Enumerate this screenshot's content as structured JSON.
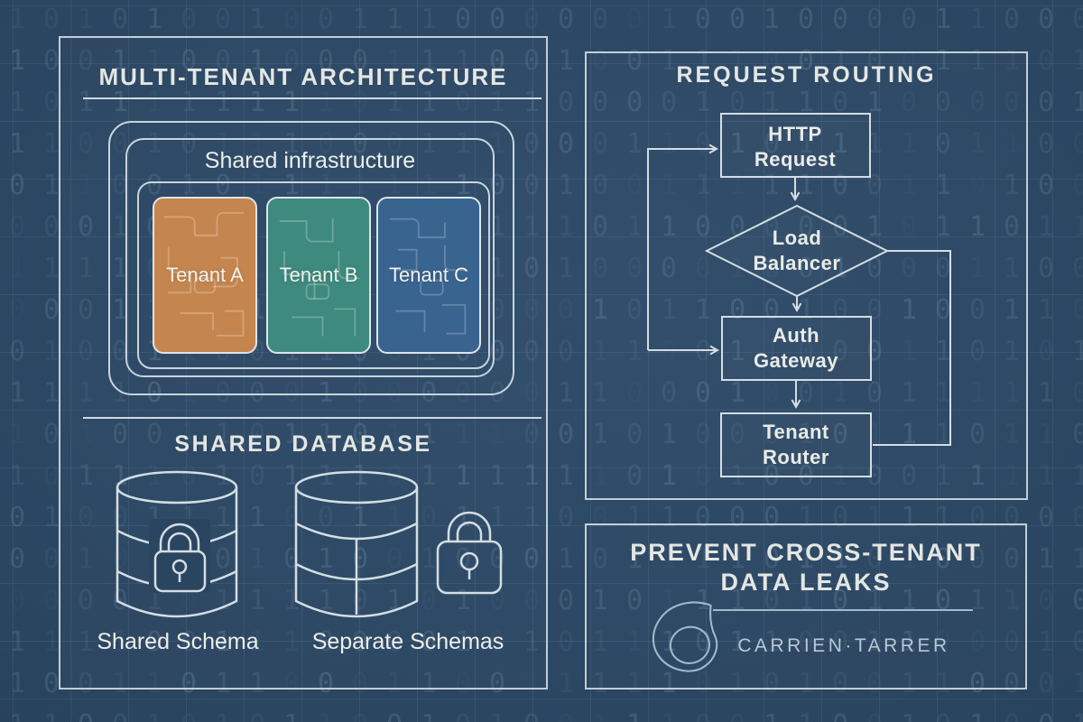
{
  "colors": {
    "background": "#2a4560",
    "line": "#cfd9e1",
    "text": "#e3e6e2",
    "muted_text": "#bac7d3",
    "tenant_a": "#c5854e",
    "tenant_b": "#3e8a7e",
    "tenant_c": "#396490"
  },
  "left_panel": {
    "title": "MULTI-TENANT ARCHITECTURE",
    "shared_infrastructure": {
      "label": "Shared infrastructure",
      "tenants": [
        {
          "label": "Tenant A",
          "color": "#c5854e"
        },
        {
          "label": "Tenant B",
          "color": "#3e8a7e"
        },
        {
          "label": "Tenant C",
          "color": "#396490"
        }
      ]
    },
    "shared_database": {
      "title": "SHARED DATABASE",
      "items": [
        {
          "label": "Shared Schema",
          "icon": "database-with-lock-icon"
        },
        {
          "label": "Separate Schemas",
          "icon": "partitioned-database-icon-with-padlock"
        }
      ]
    }
  },
  "request_routing": {
    "title": "REQUEST ROUTING",
    "nodes": [
      {
        "id": "http_request",
        "shape": "rectangle",
        "line1": "HTTP",
        "line2": "Request"
      },
      {
        "id": "load_balancer",
        "shape": "diamond",
        "line1": "Load",
        "line2": "Balancer"
      },
      {
        "id": "auth_gateway",
        "shape": "rectangle",
        "line1": "Auth",
        "line2": "Gateway"
      },
      {
        "id": "tenant_router",
        "shape": "rectangle",
        "line1": "Tenant",
        "line2": "Router"
      }
    ],
    "edges": [
      {
        "from": "http_request",
        "to": "load_balancer"
      },
      {
        "from": "load_balancer",
        "to": "auth_gateway"
      },
      {
        "from": "auth_gateway",
        "to": "tenant_router"
      },
      {
        "from": "tenant_router",
        "to": "load_balancer",
        "style": "right-side-loop"
      },
      {
        "from": "left-feedback-line",
        "to": "http_request",
        "style": "arrow"
      },
      {
        "from": "left-feedback-line",
        "to": "auth_gateway",
        "style": "arrow"
      }
    ]
  },
  "footer_panel": {
    "title_line1": "PREVENT CROSS-TENANT",
    "title_line2": "DATA LEAKS",
    "brand": "CARRIEN·TARRER",
    "logo": "swirl-comma-logo-icon"
  }
}
